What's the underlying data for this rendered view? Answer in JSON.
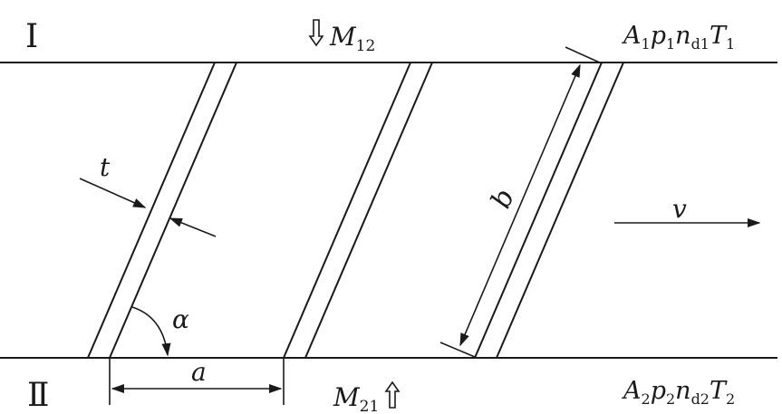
{
  "labels": {
    "region_top": "Ⅰ",
    "region_bottom": "Ⅱ",
    "flux_top": {
      "base": "M",
      "sub": "12"
    },
    "flux_bottom": {
      "base": "M",
      "sub": "21"
    },
    "state_top": {
      "A": "A",
      "A_sub": "1",
      "p": "p",
      "p_sub": "1",
      "n": "n",
      "n_sub": "d1",
      "T": "T",
      "T_sub": "1"
    },
    "state_bottom": {
      "A": "A",
      "A_sub": "2",
      "p": "p",
      "p_sub": "2",
      "n": "n",
      "n_sub": "d2",
      "T": "T",
      "T_sub": "2"
    },
    "thickness": "t",
    "angle": "α",
    "spacing": "a",
    "length": "b",
    "velocity": "v"
  },
  "colors": {
    "ink": "#1a1a1a",
    "background": "#ffffff"
  }
}
